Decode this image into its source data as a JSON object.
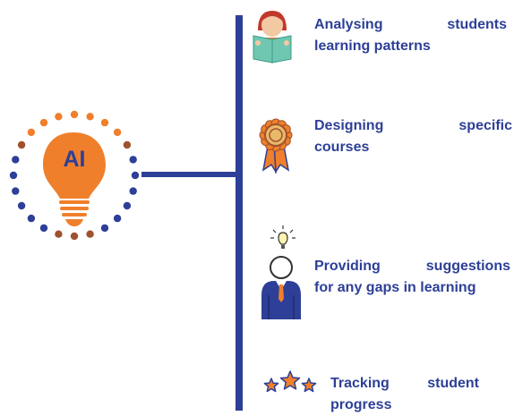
{
  "center": {
    "label": "AI"
  },
  "items": [
    {
      "line1": [
        "Analysing",
        "students"
      ],
      "line2": "learning patterns",
      "icon": "reading-girl-icon"
    },
    {
      "line1": [
        "Designing",
        "specific"
      ],
      "line2": "courses",
      "icon": "award-ribbon-icon"
    },
    {
      "line1": [
        "Providing",
        "suggestions"
      ],
      "line2": "for any gaps in learning",
      "icon": "person-with-idea-icon"
    },
    {
      "line1": [
        "Tracking",
        "student"
      ],
      "line2": "progress",
      "icon": "stars-icon"
    }
  ],
  "colors": {
    "navy": "#2d3f97",
    "orange": "#f07f2b",
    "brown": "#a0522d"
  }
}
